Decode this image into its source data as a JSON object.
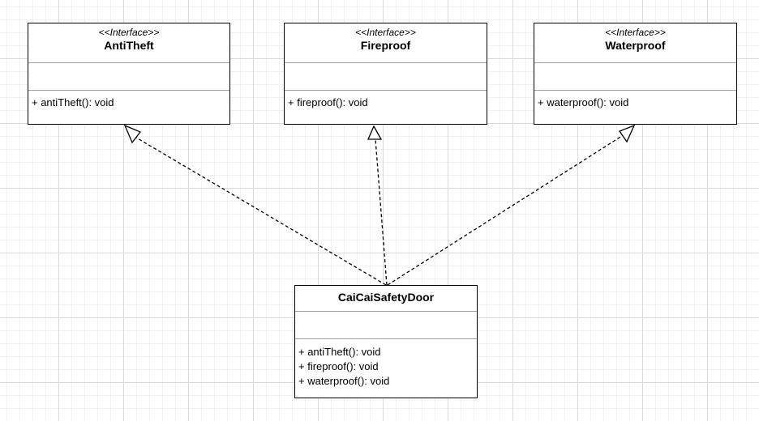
{
  "diagram": {
    "interfaces": [
      {
        "stereotype": "<<Interface>>",
        "name": "AntiTheft",
        "attributes": [],
        "operations": [
          "+ antiTheft(): void"
        ]
      },
      {
        "stereotype": "<<Interface>>",
        "name": "Fireproof",
        "attributes": [],
        "operations": [
          "+ fireproof(): void"
        ]
      },
      {
        "stereotype": "<<Interface>>",
        "name": "Waterproof",
        "attributes": [],
        "operations": [
          "+ waterproof(): void"
        ]
      }
    ],
    "implementation": {
      "name": "CaiCaiSafetyDoor",
      "attributes": [],
      "operations": [
        "+ antiTheft(): void",
        "+ fireproof(): void",
        "+ waterproof(): void"
      ]
    },
    "relationships": [
      {
        "type": "realization",
        "from": "CaiCaiSafetyDoor",
        "to": "AntiTheft"
      },
      {
        "type": "realization",
        "from": "CaiCaiSafetyDoor",
        "to": "Fireproof"
      },
      {
        "type": "realization",
        "from": "CaiCaiSafetyDoor",
        "to": "Waterproof"
      }
    ]
  },
  "colors": {
    "stroke": "#000000",
    "background": "#ffffff",
    "grid": "#d9d9d9"
  }
}
